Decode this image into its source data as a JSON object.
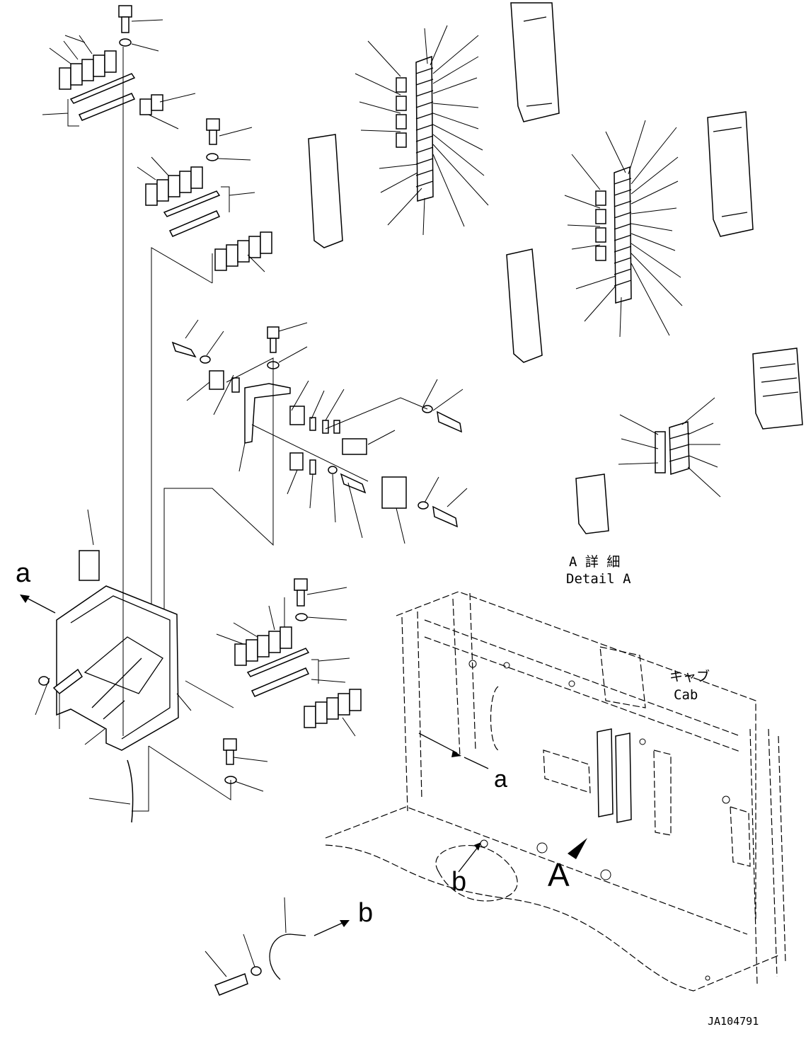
{
  "drawing": {
    "detail_a_jp": "A 詳 細",
    "detail_a_en": "Detail A",
    "cab_jp": "キャブ",
    "cab_en": "Cab",
    "view_a_letter": "A",
    "arrow_a_left": "a",
    "arrow_a_cab": "a",
    "arrow_b_cable": "b",
    "arrow_b_floor": "b",
    "drawing_number": "JA104791"
  }
}
